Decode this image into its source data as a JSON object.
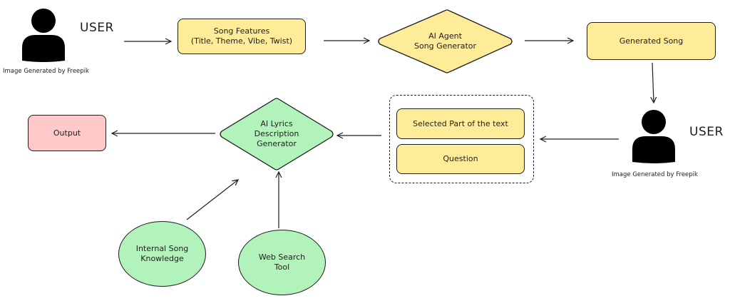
{
  "users": {
    "top": {
      "label": "USER",
      "credit": "Image Generated by Freepik"
    },
    "bottom": {
      "label": "USER",
      "credit": "Image Generated by Freepik"
    }
  },
  "nodes": {
    "song_features": {
      "line1": "Song Features",
      "line2": "(Title, Theme, Vibe, Twist)"
    },
    "ai_agent": {
      "line1": "AI Agent",
      "line2": "Song Generator"
    },
    "generated_song": {
      "label": "Generated Song"
    },
    "selected_text": {
      "label": "Selected Part of the text"
    },
    "question": {
      "label": "Question"
    },
    "ai_lyrics": {
      "line1": "AI Lyrics",
      "line2": "Description",
      "line3": "Generator"
    },
    "output": {
      "label": "Output"
    },
    "internal_knowledge": {
      "line1": "Internal Song",
      "line2": "Knowledge"
    },
    "web_search": {
      "line1": "Web Search",
      "line2": "Tool"
    }
  },
  "colors": {
    "yellow_fill": "#ffec99",
    "green_fill": "#b2f2bb",
    "red_fill": "#ffc9c9",
    "stroke": "#1e1e1e"
  }
}
